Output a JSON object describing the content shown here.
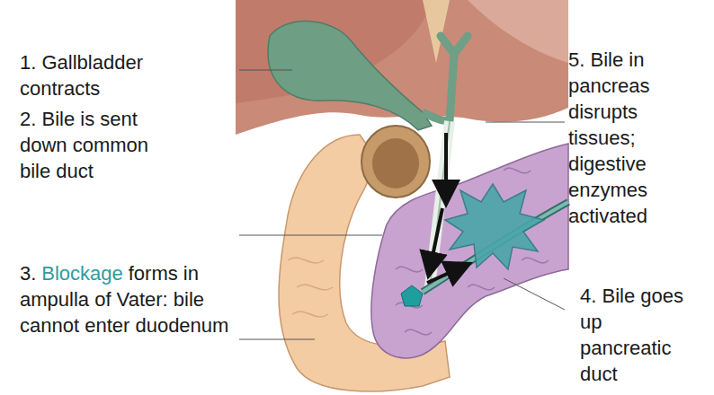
{
  "diagram": {
    "labels": [
      "1. Gallbladder contracts",
      "2. Bile is sent down common bile duct",
      "3.",
      "Blockage",
      "forms in ampulla of Vater: bile cannot enter duodenum",
      "4. Bile goes up pancreatic duct",
      "5. Bile in pancreas disrupts tissues; digestive enzymes activated"
    ]
  }
}
